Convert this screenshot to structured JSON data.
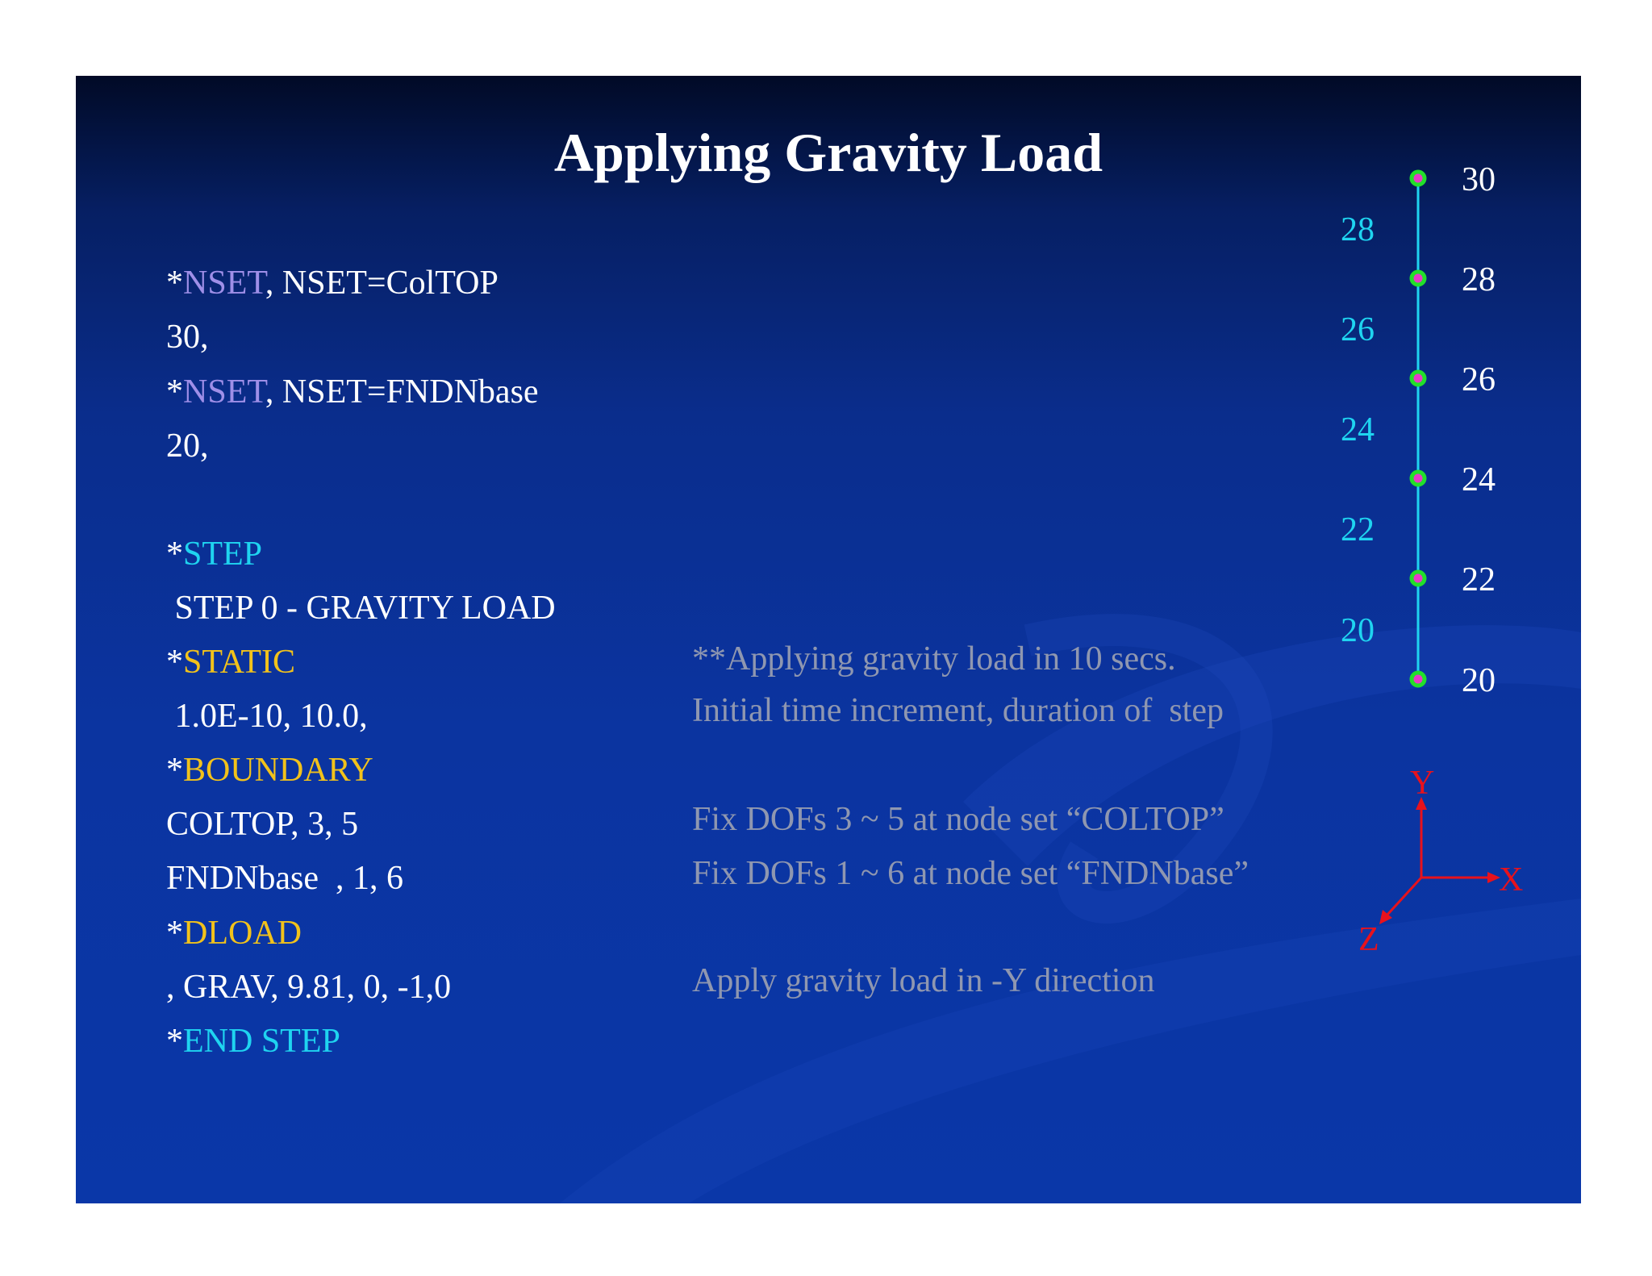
{
  "slide": {
    "title": "Applying Gravity Load",
    "code_lines": [
      {
        "prefix": "*",
        "keyword": "NSET",
        "keyword_color": "purple",
        "rest": ", NSET=ColTOP"
      },
      {
        "prefix": "30,",
        "keyword": "",
        "keyword_color": "",
        "rest": ""
      },
      {
        "prefix": "*",
        "keyword": "NSET",
        "keyword_color": "purple",
        "rest": ", NSET=FNDNbase"
      },
      {
        "prefix": "20,",
        "keyword": "",
        "keyword_color": "",
        "rest": ""
      },
      {
        "prefix": "*",
        "keyword": "STEP",
        "keyword_color": "cyan",
        "rest": ""
      },
      {
        "prefix": " STEP 0 - GRAVITY LOAD",
        "keyword": "",
        "keyword_color": "",
        "rest": ""
      },
      {
        "prefix": "*",
        "keyword": "STATIC",
        "keyword_color": "yellow",
        "rest": ""
      },
      {
        "prefix": " 1.0E-10, 10.0,",
        "keyword": "",
        "keyword_color": "",
        "rest": ""
      },
      {
        "prefix": "*",
        "keyword": "BOUNDARY",
        "keyword_color": "yellow",
        "rest": ""
      },
      {
        "prefix": "COLTOP, 3, 5",
        "keyword": "",
        "keyword_color": "",
        "rest": ""
      },
      {
        "prefix": "FNDNbase  , 1, 6",
        "keyword": "",
        "keyword_color": "",
        "rest": ""
      },
      {
        "prefix": "*",
        "keyword": "DLOAD",
        "keyword_color": "yellow",
        "rest": ""
      },
      {
        "prefix": ", GRAV, 9.81, 0, -1,0",
        "keyword": "",
        "keyword_color": "",
        "rest": ""
      },
      {
        "prefix": "*",
        "keyword": "END STEP",
        "keyword_color": "cyan",
        "rest": ""
      }
    ],
    "comments": {
      "static": "**Applying gravity load in 10 secs.",
      "increment": "Initial time increment, duration of  step",
      "coltop": "Fix DOFs 3 ~ 5 at node set “COLTOP”",
      "fndn": "Fix DOFs 1 ~ 6 at node set “FNDNbase”",
      "gravity": "Apply gravity load in -Y direction"
    },
    "diagram": {
      "node_labels": [
        "30",
        "28",
        "26",
        "24",
        "22",
        "20"
      ],
      "element_labels": [
        "28",
        "26",
        "24",
        "22",
        "20"
      ],
      "axes": {
        "y": "Y",
        "x": "X",
        "z": "Z"
      },
      "colors": {
        "column": "#1fd4f0",
        "node_ring": "#22e02a",
        "node_center": "#e83ac8",
        "axis": "#e8121c"
      }
    },
    "colors": {
      "keyword_purple": "#9f8fe8",
      "keyword_cyan": "#1fd4f0",
      "keyword_yellow": "#f2c21b",
      "comment_gray": "#8f97b0",
      "background_blue": "#0a37a8"
    }
  }
}
